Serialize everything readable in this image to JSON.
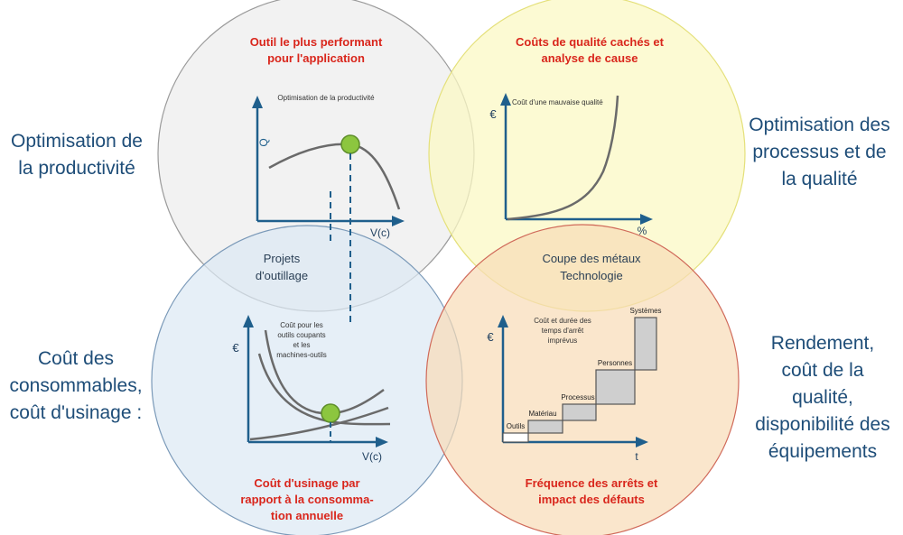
{
  "circles": {
    "top_left": {
      "title_lines": [
        "Outil le plus performant",
        "pour l'application"
      ],
      "graph_title": "Optimisation de la productivité",
      "y_axis": "Q",
      "x_axis": "V(c)"
    },
    "top_right": {
      "title_lines": [
        "Coûts de qualité cachés et",
        "analyse de cause"
      ],
      "graph_title": "Coût d'une mauvaise qualité",
      "y_axis": "€",
      "x_axis": "%"
    },
    "bottom_left": {
      "title_lines": [
        "Coût d'usinage par",
        "rapport à la consomma-",
        "tion annuelle"
      ],
      "graph_title_lines": [
        "Coût pour les",
        "outils coupants",
        "et les",
        "machines-outils"
      ],
      "y_axis": "€",
      "x_axis": "V(c)"
    },
    "bottom_right": {
      "title_lines": [
        "Fréquence des arrêts et",
        "impact des défauts"
      ],
      "graph_title_lines": [
        "Coût et durée des",
        "temps d'arrêt",
        "imprévus"
      ],
      "y_axis": "€",
      "x_axis": "t",
      "steps": [
        "Outils",
        "Matériau",
        "Processus",
        "Personnes",
        "Systèmes"
      ]
    }
  },
  "overlap_labels": {
    "left": [
      "Projets",
      "d'outillage"
    ],
    "right": [
      "Coupe des métaux",
      "Technologie"
    ]
  },
  "side_labels": {
    "top_left": [
      "Optimisation de",
      "la productivité"
    ],
    "top_right": [
      "Optimisation des",
      "processus et de",
      "la qualité"
    ],
    "bottom_left": [
      "Coût des",
      "consommables,",
      "coût d'usinage :"
    ],
    "bottom_right": [
      "Rendement,",
      "coût de la",
      "qualité,",
      "disponibilité des",
      "équipements"
    ]
  },
  "colors": {
    "circle_top_left_fill": "#eeeeee",
    "circle_top_right_fill": "#fbf8c4",
    "circle_bottom_left_fill": "#dbe8f4",
    "circle_bottom_right_fill": "#f8dcb6",
    "axis": "#1f5f8c",
    "curve": "#6a6a6a",
    "marker": "#8cc63f",
    "title_red": "#d9261c",
    "side_text": "#1e4d78"
  }
}
